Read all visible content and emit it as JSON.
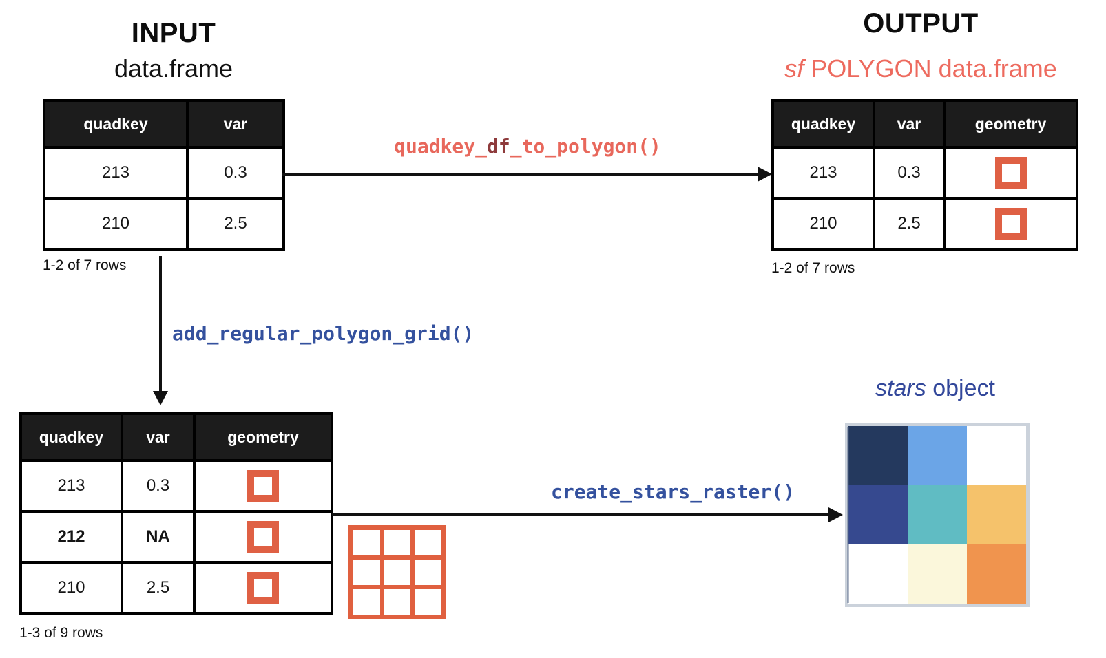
{
  "diagram": {
    "input": {
      "title": "INPUT",
      "subtitle": "data.frame",
      "caption": "1-2 of 7 rows",
      "columns": [
        "quadkey",
        "var"
      ],
      "rows": [
        [
          "213",
          "0.3"
        ],
        [
          "210",
          "2.5"
        ]
      ]
    },
    "output": {
      "title": "OUTPUT",
      "subtitle_italic": "sf",
      "subtitle_rest": " POLYGON data.frame",
      "caption": "1-2 of 7 rows",
      "columns": [
        "quadkey",
        "var",
        "geometry"
      ],
      "rows": [
        [
          "213",
          "0.3"
        ],
        [
          "210",
          "2.5"
        ]
      ]
    },
    "polygon_table": {
      "caption": "1-3 of 9 rows",
      "columns": [
        "quadkey",
        "var",
        "geometry"
      ],
      "rows": [
        [
          "213",
          "0.3"
        ],
        [
          "212",
          "NA"
        ],
        [
          "210",
          "2.5"
        ]
      ]
    },
    "functions": {
      "to_polygon_pre": "quadkey_",
      "to_polygon_df": "df",
      "to_polygon_post": "_to_polygon()",
      "add_grid": "add_regular_polygon_grid()",
      "create_raster": "create_stars_raster()"
    },
    "stars": {
      "title_italic": "stars",
      "title_rest": " object"
    }
  },
  "colors": {
    "code_red": "#E8685C",
    "code_red_dark": "#8E3B3C",
    "code_blue": "#34519E",
    "subtitle_red": "#ED6A5E",
    "stars_title_blue": "#33489B",
    "geometry_orange": "#DF6044",
    "grid_icon_orange": "#E0603F",
    "table_header_bg": "#1C1C1C",
    "raster_frame": "#CBD2DB",
    "raster_cells": [
      [
        "#24395E",
        "#6BA5E7",
        "#FFFFFF"
      ],
      [
        "#36498F",
        "#60BCC3",
        "#F5C26B"
      ],
      [
        "#FFFFFF",
        "#FBF7DB",
        "#F0944E"
      ]
    ]
  }
}
